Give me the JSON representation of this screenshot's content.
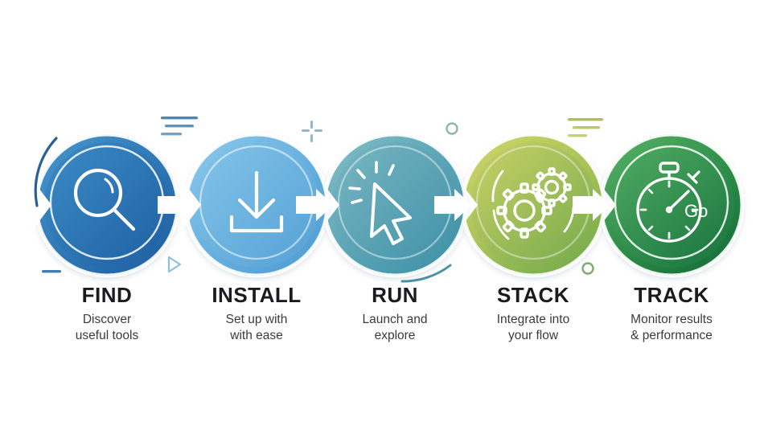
{
  "graphic": {
    "type": "process-flow-infographic",
    "background_color": "#ffffff",
    "step_count": 5,
    "title_color": "#1b1b1f",
    "desc_color": "#3a3a40"
  },
  "steps": [
    {
      "index": 1,
      "title": "FIND",
      "desc_line1": "Discover",
      "desc_line2": "useful tools",
      "icon": "magnifier-icon",
      "color_start": "#3f8fc8",
      "color_end": "#1f5fa0",
      "ring_color": "#2d6ead",
      "accent_color": "#3f7fb8"
    },
    {
      "index": 2,
      "title": "INSTALL",
      "desc_line1": "Set up with",
      "desc_line2": "with ease",
      "icon": "download-icon",
      "color_start": "#7fc3e8",
      "color_end": "#4f9fd4",
      "ring_color": "#79bde2",
      "accent_color": "#7fc0e4"
    },
    {
      "index": 3,
      "title": "RUN",
      "desc_line1": "Launch and",
      "desc_line2": "explore",
      "icon": "cursor-click-icon",
      "color_start": "#7fb9c4",
      "color_end": "#3f93ab",
      "ring_color": "#5aa3b4",
      "accent_color": "#6fa9b8"
    },
    {
      "index": 4,
      "title": "STACK",
      "desc_line1": "Integrate into",
      "desc_line2": "your flow",
      "icon": "gears-icon",
      "color_start": "#c3cf63",
      "color_end": "#6fa84b",
      "ring_color": "#aebf58",
      "accent_color": "#b3c356"
    },
    {
      "index": 5,
      "title": "TRACK",
      "desc_line1": "Monitor results",
      "desc_line2": "& performance",
      "icon": "stopwatch-icon",
      "color_start": "#4aa85a",
      "color_end": "#18703a",
      "ring_color": "#2f8a4a",
      "accent_color": "#3f9350"
    }
  ],
  "icon_labels": {
    "stopwatch_text": "Go"
  },
  "connectors": [
    {
      "name": "arrow-find-to-install",
      "glyph": "right-arrow"
    },
    {
      "name": "arrow-install-to-run",
      "glyph": "right-arrow"
    },
    {
      "name": "arrow-run-to-stack",
      "glyph": "right-arrow"
    },
    {
      "name": "arrow-stack-to-track",
      "glyph": "right-arrow"
    }
  ],
  "decorations": [
    {
      "name": "three-lines-blue",
      "kind": "lines",
      "color": "#4a86b8"
    },
    {
      "name": "sparkle-cross",
      "kind": "cross",
      "color": "#8fb8cc"
    },
    {
      "name": "ring-small-teal",
      "kind": "ring",
      "color": "#8fb8a8"
    },
    {
      "name": "three-lines-olive",
      "kind": "lines",
      "color": "#b0bf55"
    },
    {
      "name": "ring-small-green",
      "kind": "ring",
      "color": "#7faa72"
    },
    {
      "name": "dash-blue",
      "kind": "dash",
      "color": "#3f7fb8"
    },
    {
      "name": "play-triangle",
      "kind": "triangle",
      "color": "#8cc0e0"
    },
    {
      "name": "outer-arc-blue",
      "kind": "arc",
      "color": "#2a5f97"
    },
    {
      "name": "outer-arc-teal",
      "kind": "arc",
      "color": "#4a93a6"
    },
    {
      "name": "outer-arrow-green",
      "kind": "curved-arrow",
      "color": "#2f8a4a"
    }
  ]
}
